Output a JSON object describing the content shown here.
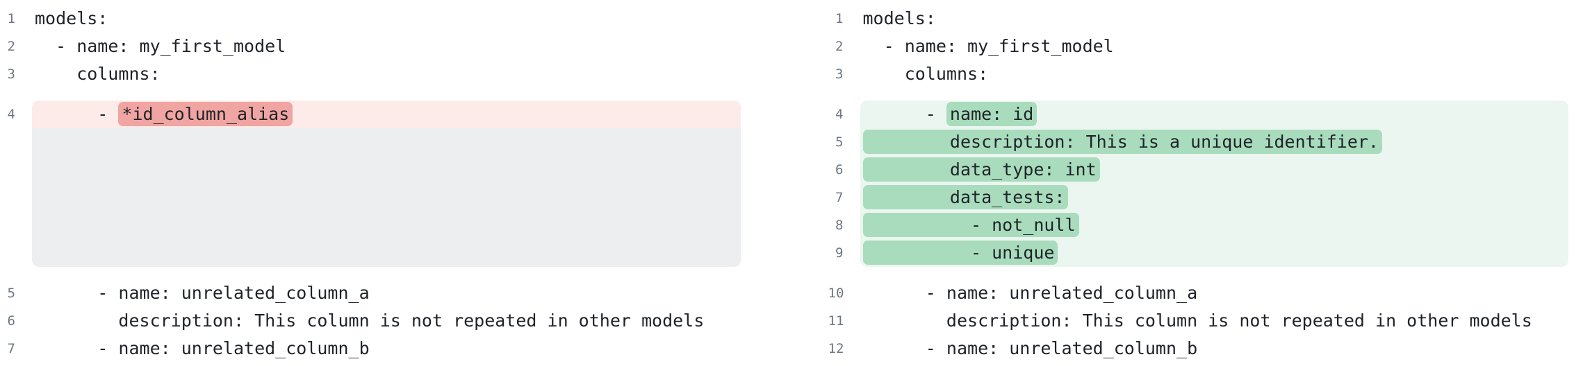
{
  "colors": {
    "removed_line_bg": "#fcebe9",
    "removed_token_bg": "#f0a5a2",
    "added_line_bg": "#ecf6f0",
    "added_token_bg": "#a8dcbd",
    "collapsed_filler_bg": "#eceef0",
    "line_number_color": "#6e7781",
    "code_text_color": "#1f2329"
  },
  "diff": {
    "left": {
      "lines": [
        {
          "num": "1",
          "type": "context",
          "text": "models:"
        },
        {
          "num": "2",
          "type": "context",
          "text": "  - name: my_first_model"
        },
        {
          "num": "3",
          "type": "context",
          "text": "    columns:"
        },
        {
          "num": "4",
          "type": "removed",
          "pre": "      - ",
          "tok": "*id_column_alias"
        },
        {
          "num": "",
          "type": "filler"
        },
        {
          "num": "5",
          "type": "context",
          "text": "      - name: unrelated_column_a"
        },
        {
          "num": "6",
          "type": "context",
          "text": "        description: This column is not repeated in other models"
        },
        {
          "num": "7",
          "type": "context",
          "text": "      - name: unrelated_column_b"
        }
      ]
    },
    "right": {
      "lines": [
        {
          "num": "1",
          "type": "context",
          "text": "models:"
        },
        {
          "num": "2",
          "type": "context",
          "text": "  - name: my_first_model"
        },
        {
          "num": "3",
          "type": "context",
          "text": "    columns:"
        },
        {
          "num": "4",
          "type": "added",
          "pre": "      - ",
          "tok": "name: id"
        },
        {
          "num": "5",
          "type": "added",
          "pre": "",
          "tok": "        description: This is a unique identifier."
        },
        {
          "num": "6",
          "type": "added",
          "pre": "",
          "tok": "        data_type: int"
        },
        {
          "num": "7",
          "type": "added",
          "pre": "",
          "tok": "        data_tests:"
        },
        {
          "num": "8",
          "type": "added",
          "pre": "",
          "tok": "          - not_null"
        },
        {
          "num": "9",
          "type": "added",
          "pre": "",
          "tok": "          - unique"
        },
        {
          "num": "10",
          "type": "context",
          "text": "      - name: unrelated_column_a"
        },
        {
          "num": "11",
          "type": "context",
          "text": "        description: This column is not repeated in other models"
        },
        {
          "num": "12",
          "type": "context",
          "text": "      - name: unrelated_column_b"
        }
      ]
    }
  }
}
